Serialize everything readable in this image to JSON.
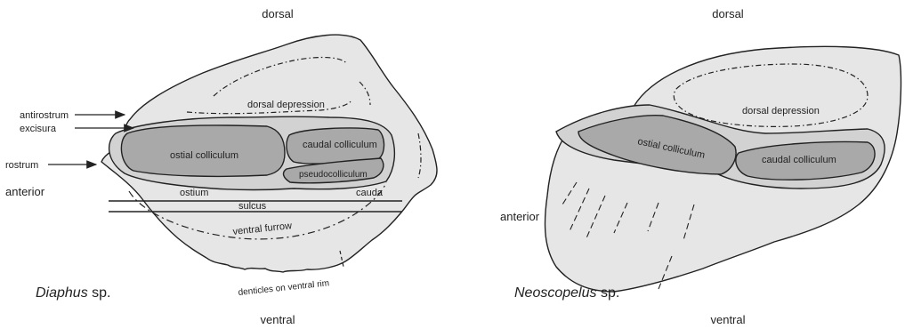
{
  "left_panel": {
    "orientation": {
      "top": "dorsal",
      "bottom": "ventral",
      "left": "anterior"
    },
    "species": {
      "genus": "Diaphus",
      "suffix": " sp."
    },
    "labels": {
      "antirostrum": "antirostrum",
      "excisura": "excisura",
      "rostrum": "rostrum",
      "dorsal_depression": "dorsal depression",
      "ostial_colliculum": "ostial colliculum",
      "caudal_colliculum": "caudal colliculum",
      "pseudocolliculum": "pseudocolliculum",
      "ostium": "ostium",
      "sulcus": "sulcus",
      "cauda": "cauda",
      "ventral_furrow": "ventral furrow",
      "denticles": "denticles on ventral rim"
    }
  },
  "right_panel": {
    "orientation": {
      "top": "dorsal",
      "bottom": "ventral",
      "left": "anterior"
    },
    "species": {
      "genus": "Neoscopelus",
      "suffix": " sp."
    },
    "labels": {
      "dorsal_depression": "dorsal depression",
      "ostial_colliculum": "ostial colliculum",
      "caudal_colliculum": "caudal colliculum"
    }
  },
  "colors": {
    "otolith_fill": "#e6e6e6",
    "sulcus_fill": "#d2d2d2",
    "colliculum_fill": "#a9a9a9",
    "outline": "#222222"
  }
}
